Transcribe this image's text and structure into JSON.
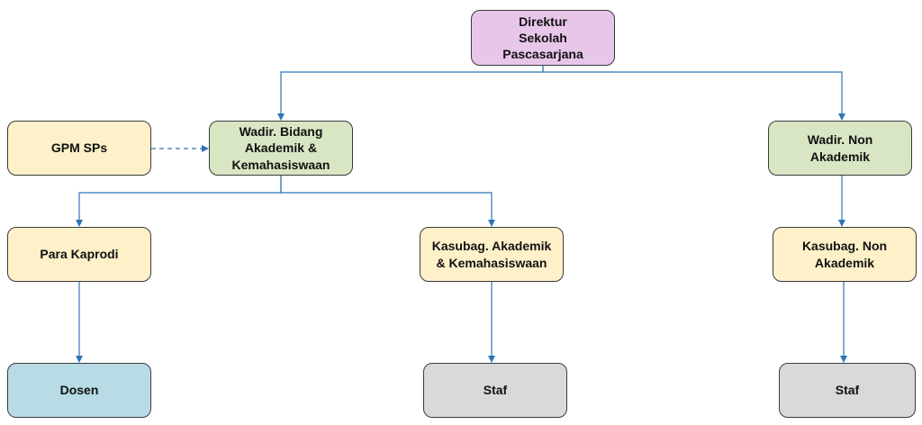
{
  "colors": {
    "connector": "#2e75b6",
    "director": "#e8c6ea",
    "vice": "#d9e6c4",
    "unit": "#fef0c9",
    "lecturer": "#b8dbe6",
    "staff": "#d9d9d9"
  },
  "nodes": {
    "direktur": "Direktur\nSekolah\nPascasarjana",
    "gpm": "GPM SPs",
    "wadir_ak": "Wadir. Bidang\nAkademik &\nKemahasiswaan",
    "wadir_non": "Wadir. Non\nAkademik",
    "kaprodi": "Para Kaprodi",
    "kasub_ak": "Kasubag. Akademik\n& Kemahasiswaan",
    "kasub_non": "Kasubag. Non\nAkademik",
    "dosen": "Dosen",
    "staf_1": "Staf",
    "staf_2": "Staf"
  }
}
